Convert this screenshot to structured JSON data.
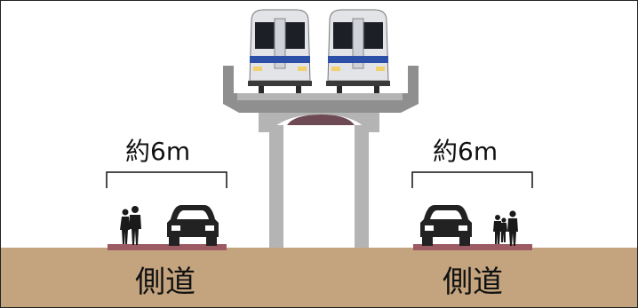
{
  "left_road": {
    "width_label": "約6m",
    "name": "側道"
  },
  "right_road": {
    "width_label": "約6m",
    "name": "側道"
  },
  "colors": {
    "ground": "#c3a47e",
    "viaduct": "#b4b4b4",
    "viaduct_shadow": "#8f8f8f",
    "sidewalk": "#9c5a62",
    "train_body": "#e2e4e8",
    "train_stripe": "#2c4fa8",
    "car": "#222222"
  },
  "icons": [
    "train-icon",
    "car-icon",
    "pedestrian-icon"
  ]
}
